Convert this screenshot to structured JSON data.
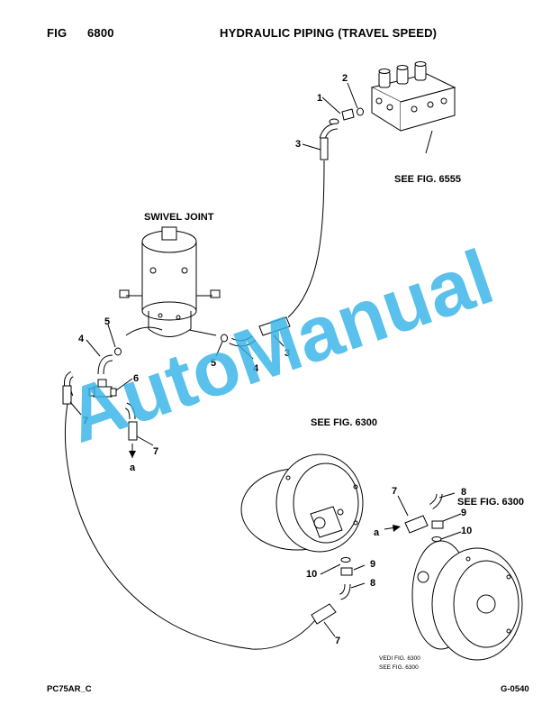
{
  "header": {
    "fig_label": "FIG",
    "fig_number": "6800",
    "title": "HYDRAULIC PIPING (TRAVEL SPEED)"
  },
  "footer": {
    "model": "PC75AR_C",
    "code": "G-0540"
  },
  "labels": {
    "swivel_joint": "SWIVEL JOINT",
    "see_6555": "SEE FIG. 6555",
    "see_6300_top": "SEE FIG. 6300",
    "see_6300_right": "SEE FIG. 6300",
    "vedi_line1": "VEDI FIG. 6300",
    "vedi_line2": "SEE FIG. 6300",
    "a": "a"
  },
  "callouts": {
    "c1": "1",
    "c2": "2",
    "c3a": "3",
    "c3b": "3",
    "c4a": "4",
    "c4b": "4",
    "c5a": "5",
    "c5b": "5",
    "c6": "6",
    "c7a": "7",
    "c7b": "7",
    "c7c": "7",
    "c7d": "7",
    "c8a": "8",
    "c8b": "8",
    "c9a": "9",
    "c9b": "9",
    "c10a": "10",
    "c10b": "10"
  },
  "watermark": "AutoManual"
}
